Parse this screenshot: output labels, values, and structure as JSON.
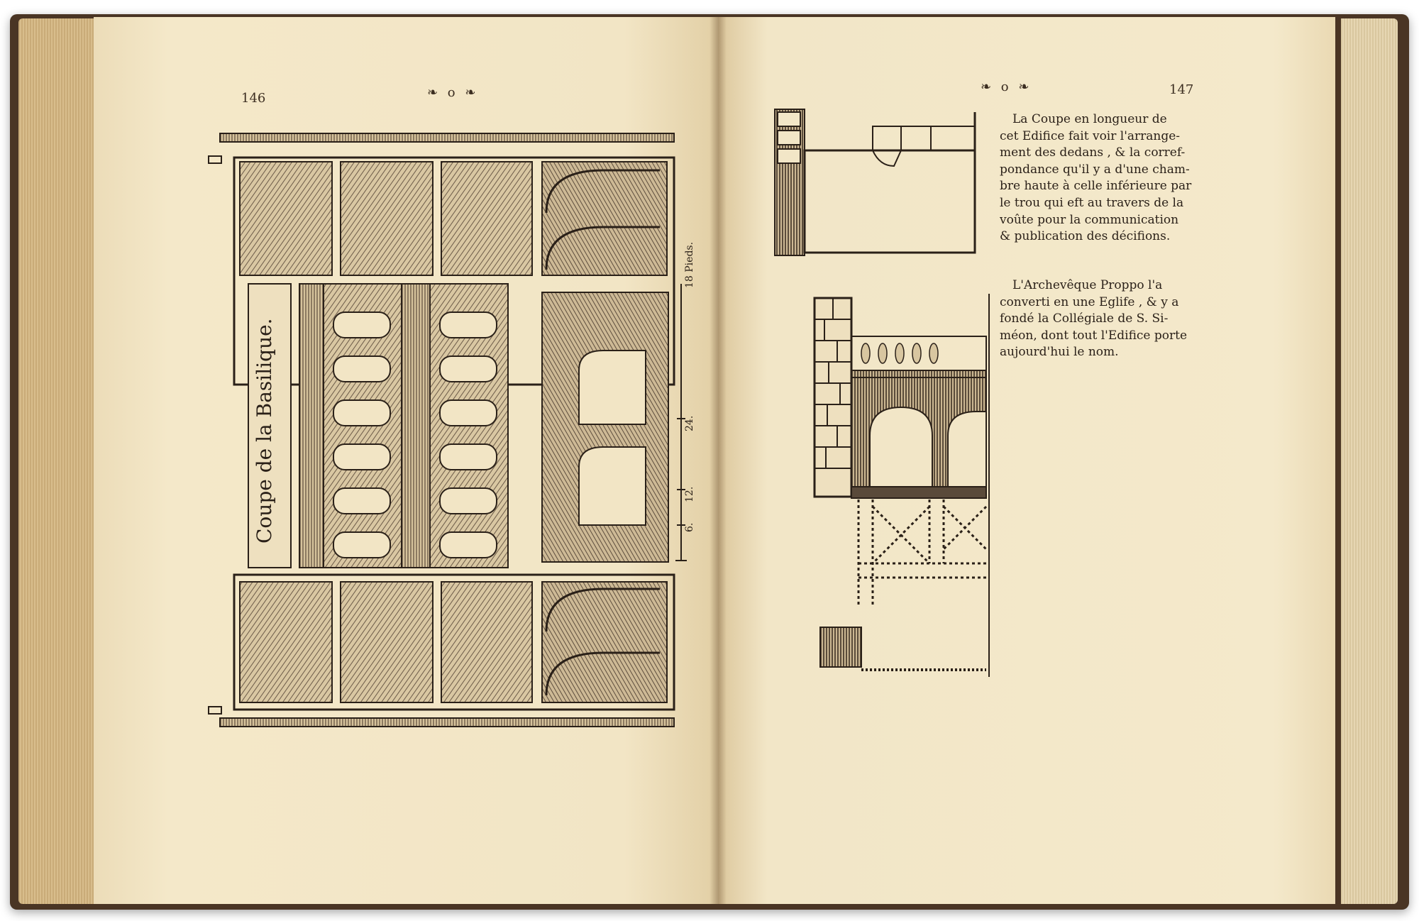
{
  "left_page": {
    "page_number": "146",
    "headpiece": "❧ o ❧",
    "plate_title": "Coupe de la Basilique.",
    "scale": {
      "unit_label": "18 Pieds.",
      "ticks": [
        "24.",
        "12.",
        "6."
      ]
    }
  },
  "right_page": {
    "page_number": "147",
    "headpiece": "❧ o ❧",
    "paragraph1": [
      "La Coupe en longueur de",
      "cet Edifice fait voir l'arrange-",
      "ment des dedans , & la corref-",
      "pondance qu'il y a d'une cham-",
      "bre haute à celle inférieure par",
      "le trou qui eft au travers de la",
      "voûte pour la communication",
      "& publication des décifions."
    ],
    "paragraph2": [
      "L'Archevêque Proppo l'a",
      "converti en une Eglife , & y a",
      "fondé la Collégiale de S. Si-",
      "méon, dont tout l'Edifice porte",
      "aujourd'hui le nom."
    ]
  },
  "colors": {
    "ink": "#2a2018",
    "paper": "#f3e7c8",
    "hatch": "#6b5a48",
    "binding": "#4a3524"
  }
}
